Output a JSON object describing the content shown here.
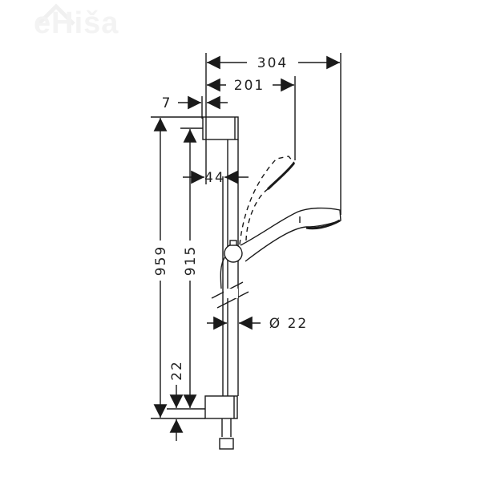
{
  "watermark": {
    "text": "eHiša",
    "icon": "house-icon"
  },
  "drawing": {
    "subject": "shower rail set with hand shower",
    "line_color": "#1a1a1a",
    "dimensions": {
      "total_reach": "304",
      "handshower_reach": "201",
      "wall_offset": "7",
      "rail_offset": "44",
      "rail_diameter": "Ø 22",
      "total_height": "959",
      "rail_length": "915",
      "bracket_height": "22"
    }
  }
}
